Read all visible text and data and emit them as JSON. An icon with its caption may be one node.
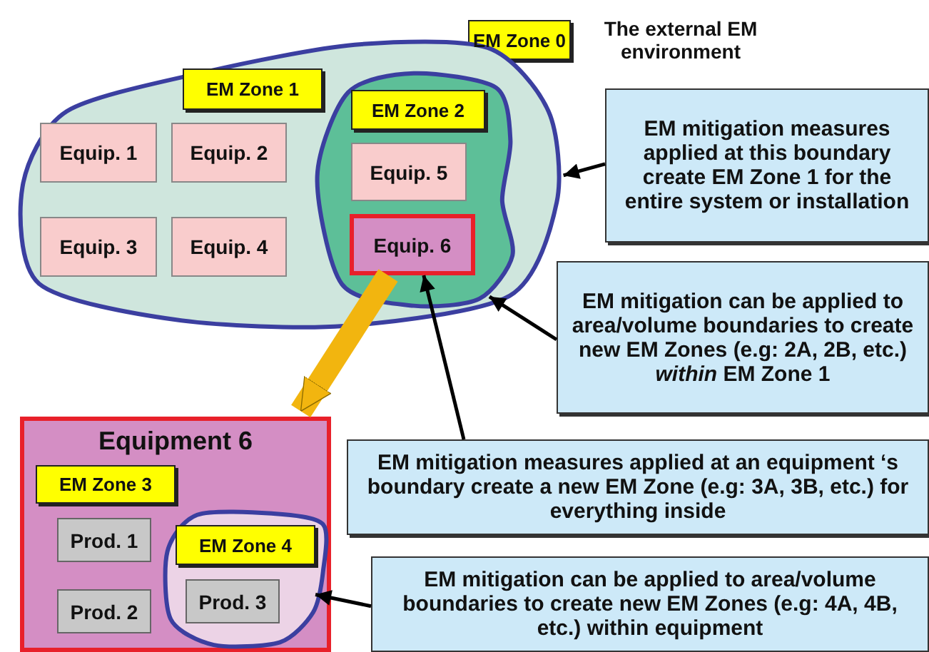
{
  "diagram": {
    "nodes": [
      {
        "text": [
          "EM Zone 0"
        ],
        "beside": [
          "The external EM environment"
        ]
      },
      {
        "text": [],
        "shape": "cloud"
      },
      {
        "text": [
          "EM Zone 1"
        ],
        "in": 1
      },
      {
        "text": [
          "Equip. 1"
        ],
        "in": 1
      },
      {
        "text": [
          "Equip. 2"
        ],
        "in": 1
      },
      {
        "text": [
          "Equip. 3"
        ],
        "in": 1
      },
      {
        "text": [
          "Equip. 4"
        ],
        "in": 1
      },
      {
        "text": [],
        "shape": "cloud",
        "in": 1
      },
      {
        "text": [
          "EM Zone 2"
        ],
        "in": 7
      },
      {
        "text": [
          "Equip. 5"
        ],
        "in": 7
      },
      {
        "text": [
          "Equip. 6"
        ],
        "in": 7
      },
      {
        "text": [
          "Equipment 6"
        ]
      },
      {
        "text": [
          "EM Zone 3"
        ],
        "in": 11
      },
      {
        "text": [
          "Prod. 1"
        ],
        "in": 11
      },
      {
        "text": [
          "Prod. 2"
        ],
        "in": 11
      },
      {
        "text": [],
        "shape": "cloud",
        "in": 11
      },
      {
        "text": [
          "EM Zone 4"
        ],
        "in": 15
      },
      {
        "text": [
          "Prod. 3"
        ],
        "in": 15
      },
      {
        "text": [
          "EM mitigation measures applied at this boundary create EM Zone 1 for the entire system or installation"
        ]
      },
      {
        "text": [
          "EM mitigation can be applied to area/volume boundaries to create new EM Zones (e.g: 2A, 2B, etc.) *within* EM Zone 1"
        ]
      },
      {
        "text": [
          "EM mitigation measures applied at an equipment ‘s boundary create a new EM Zone (e.g: 3A, 3B, etc.) for everything inside"
        ]
      },
      {
        "text": [
          "EM mitigation can be applied to area/volume boundaries to create new EM Zones (e.g: 4A, 4B, etc.) within equipment"
        ]
      }
    ],
    "edges": [
      {
        "from": 18,
        "to": 1,
        "arrow": "to"
      },
      {
        "from": 19,
        "to": 7,
        "arrow": "to"
      },
      {
        "from": 20,
        "to": 10,
        "arrow": "to"
      },
      {
        "from": 21,
        "to": 15,
        "arrow": "to"
      },
      {
        "from": 10,
        "to": 11,
        "arrow": "to",
        "style": "thick",
        "color": "#f2b50f"
      }
    ]
  }
}
